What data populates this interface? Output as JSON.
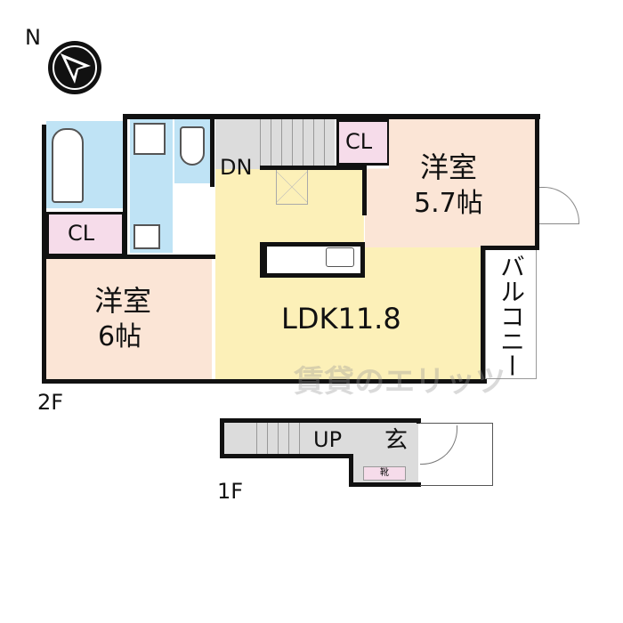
{
  "compass": {
    "label": "N",
    "icon": "north-arrow-icon"
  },
  "floor2": {
    "label": "2F",
    "rooms": {
      "western_a": {
        "name": "洋室",
        "size": "5.7帖"
      },
      "western_b": {
        "name": "洋室",
        "size": "6帖"
      },
      "ldk": {
        "name": "LDK11.8"
      },
      "closet_top": "CL",
      "closet_left": "CL",
      "stairs": "DN",
      "balcony": "バルコニー"
    }
  },
  "floor1": {
    "label": "1F",
    "stairs": "UP",
    "entrance": "玄",
    "shoe": "靴"
  },
  "watermark": "賃貸のエリッツ",
  "colors": {
    "room": "#fbe5d6",
    "ldk": "#fcf0b8",
    "wet": "#bfe3f5",
    "closet": "#f6dcea",
    "stairs": "#dcdcdc"
  }
}
